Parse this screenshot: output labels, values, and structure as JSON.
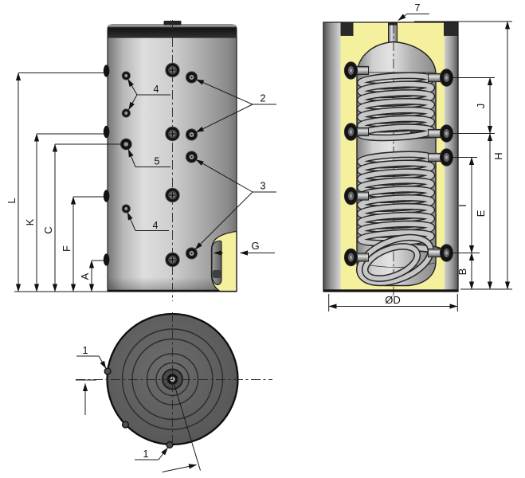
{
  "drawing": {
    "type": "technical-drawing",
    "subject": "Storage tank with two internal coil heat exchangers: front view with port callouts, sectional view with coils, bottom view",
    "views": [
      {
        "id": "front-view",
        "dimension_labels": [
          "L",
          "K",
          "C",
          "F",
          "A",
          "G"
        ],
        "callouts": [
          "4",
          "5",
          "4",
          "2",
          "3"
        ]
      },
      {
        "id": "section-view",
        "dimension_labels": [
          "J",
          "I",
          "E",
          "B",
          "H",
          "ØD"
        ],
        "callouts": [
          "7"
        ]
      },
      {
        "id": "top-view",
        "callouts": [
          "1",
          "1"
        ]
      }
    ]
  },
  "dims": {
    "L": "L",
    "K": "K",
    "C": "C",
    "F": "F",
    "A": "A",
    "G": "G",
    "J": "J",
    "I": "I",
    "E": "E",
    "B": "B",
    "H": "H",
    "OD": "ØD"
  },
  "callouts": {
    "n1": "1",
    "n2": "2",
    "n3": "3",
    "n4": "4",
    "n5": "5",
    "n7": "7"
  },
  "colors": {
    "background": "#ffffff",
    "insulation_yellow": "#f4f09e",
    "tank_gray": "#c4c4c4",
    "cap_black": "#1c1c1c",
    "line_black": "#1a1a1a",
    "disc_gray": "#575757"
  }
}
